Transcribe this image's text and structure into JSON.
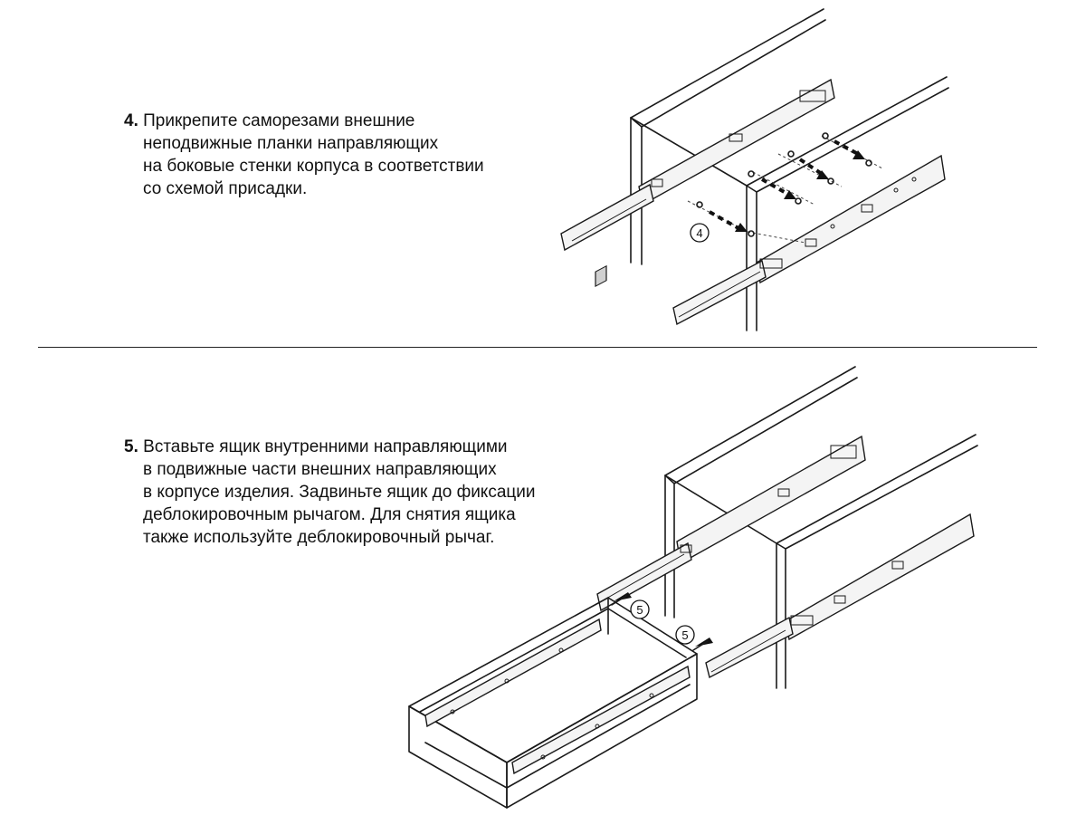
{
  "step4": {
    "number": "4.",
    "lines": [
      "Прикрепите саморезами внешние",
      "неподвижные планки направляющих",
      "на боковые стенки корпуса в соответствии",
      "со схемой присадки."
    ],
    "callout": "4"
  },
  "step5": {
    "number": "5.",
    "lines": [
      "Вставьте ящик внутренними направляющими",
      "в подвижные части внешних направляющих",
      "в корпусе изделия. Задвиньте ящик до фиксации",
      "деблокировочным рычагом. Для снятия ящика",
      "также используйте деблокировочный рычаг."
    ],
    "callout_left": "5",
    "callout_right": "5"
  }
}
